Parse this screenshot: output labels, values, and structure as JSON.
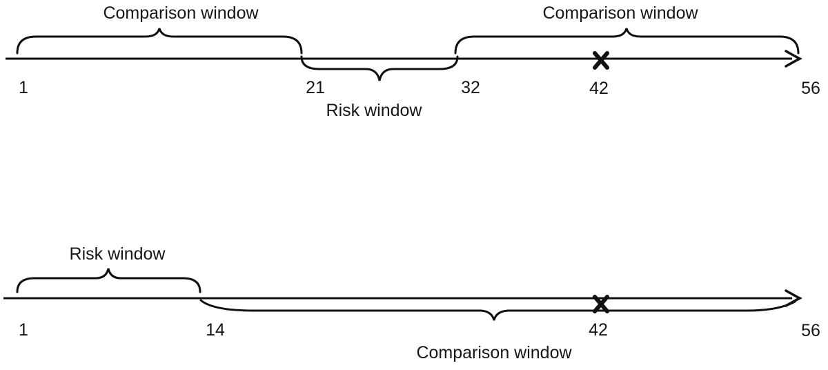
{
  "figure": {
    "background_color": "#ffffff",
    "line_color": "#111111",
    "text_color": "#161616",
    "timelines": [
      {
        "name": "top-timeline",
        "ticks": [
          "1",
          "21",
          "32",
          "42",
          "56"
        ],
        "windows": [
          {
            "label": "Comparison window",
            "position": "above",
            "from": "1",
            "to": "21"
          },
          {
            "label": "Risk window",
            "position": "below",
            "from": "21",
            "to": "32"
          },
          {
            "label": "Comparison window",
            "position": "above",
            "from": "32",
            "to": "56"
          }
        ],
        "event_marker": {
          "symbol": "x",
          "at_tick": "42"
        }
      },
      {
        "name": "bottom-timeline",
        "ticks": [
          "1",
          "14",
          "42",
          "56"
        ],
        "windows": [
          {
            "label": "Risk window",
            "position": "above",
            "from": "1",
            "to": "14"
          },
          {
            "label": "Comparison window",
            "position": "below",
            "from": "14",
            "to": "56"
          }
        ],
        "event_marker": {
          "symbol": "x",
          "at_tick": "42"
        }
      }
    ]
  }
}
